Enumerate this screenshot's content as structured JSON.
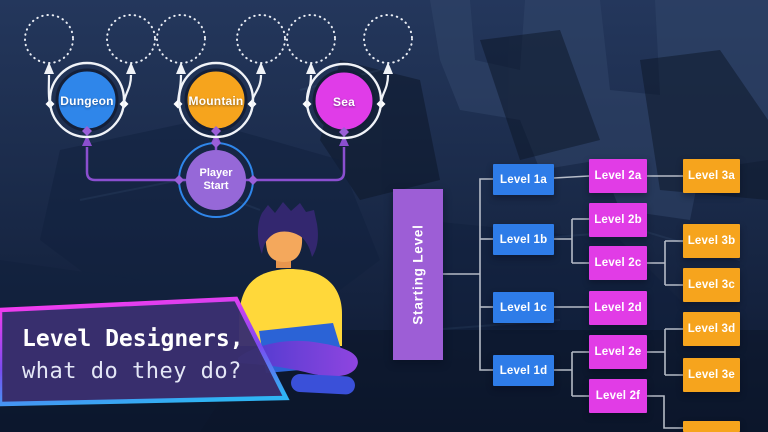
{
  "title_panel": {
    "line1": "Level Designers,",
    "line2": "what do they do?",
    "fill": "#3A3070",
    "border_gradient_top": "#F23CEF",
    "border_gradient_bottom": "#2FB4F4"
  },
  "map_diagram": {
    "player_start": {
      "label": "Player Start",
      "fill": "#9668D8",
      "ring": "#2F86EA"
    },
    "areas": [
      {
        "label": "Dungeon",
        "fill": "#2F86EA"
      },
      {
        "label": "Mountain",
        "fill": "#F6A41D"
      },
      {
        "label": "Sea",
        "fill": "#E03CE8"
      }
    ],
    "future_slots_count": 6,
    "connector_color": "#8B4FD0"
  },
  "flowchart": {
    "start": {
      "label": "Starting Level",
      "fill": "#9D5ED6"
    },
    "level1": {
      "fill": "#2E7CE8",
      "nodes": [
        "Level 1a",
        "Level 1b",
        "Level 1c",
        "Level 1d"
      ]
    },
    "level2": {
      "fill": "#E13CE6",
      "nodes": [
        "Level 2a",
        "Level 2b",
        "Level 2c",
        "Level 2d",
        "Level 2e",
        "Level 2f"
      ]
    },
    "level3": {
      "fill": "#F6A41D",
      "nodes": [
        "Level 3a",
        "Level 3b",
        "Level 3c",
        "Level 3d",
        "Level 3e"
      ],
      "partial_extra_box": true
    },
    "connector_color": "#C7CCD6"
  },
  "background_color": "#16243F"
}
